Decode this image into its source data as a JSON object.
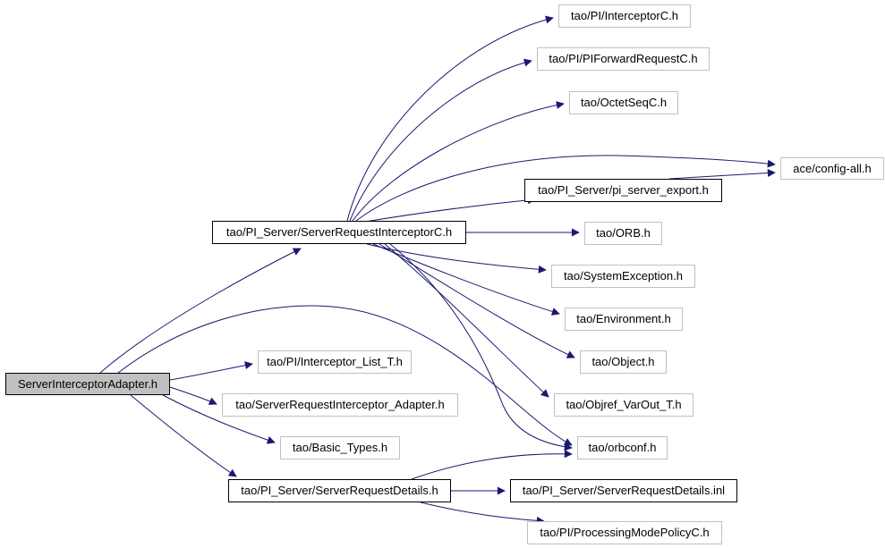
{
  "diagram": {
    "kind": "include-dependency-graph",
    "background": "#ffffff"
  },
  "colors": {
    "edge": "#191970",
    "plain_node_border": "#c0c0c0",
    "linked_node_border": "#000000",
    "primary_node_fill": "#c0c0c0",
    "text": "#000000"
  },
  "nodes": [
    {
      "id": "adapter",
      "label": "ServerInterceptorAdapter.h",
      "style": "primary"
    },
    {
      "id": "central",
      "label": "tao/PI_Server/ServerRequestInterceptorC.h",
      "style": "linked"
    },
    {
      "id": "interceptorc",
      "label": "tao/PI/InterceptorC.h",
      "style": "plain"
    },
    {
      "id": "piforward",
      "label": "tao/PI/PIForwardRequestC.h",
      "style": "plain"
    },
    {
      "id": "octetseq",
      "label": "tao/OctetSeqC.h",
      "style": "plain"
    },
    {
      "id": "configall",
      "label": "ace/config-all.h",
      "style": "plain"
    },
    {
      "id": "piexport",
      "label": "tao/PI_Server/pi_server_export.h",
      "style": "linked"
    },
    {
      "id": "orb",
      "label": "tao/ORB.h",
      "style": "plain"
    },
    {
      "id": "sysexception",
      "label": "tao/SystemException.h",
      "style": "plain"
    },
    {
      "id": "environment",
      "label": "tao/Environment.h",
      "style": "plain"
    },
    {
      "id": "object",
      "label": "tao/Object.h",
      "style": "plain"
    },
    {
      "id": "objref",
      "label": "tao/Objref_VarOut_T.h",
      "style": "plain"
    },
    {
      "id": "orbconf",
      "label": "tao/orbconf.h",
      "style": "plain"
    },
    {
      "id": "interceptorlist",
      "label": "tao/PI/Interceptor_List_T.h",
      "style": "plain"
    },
    {
      "id": "sriadapter",
      "label": "tao/ServerRequestInterceptor_Adapter.h",
      "style": "plain"
    },
    {
      "id": "basictypes",
      "label": "tao/Basic_Types.h",
      "style": "plain"
    },
    {
      "id": "details",
      "label": "tao/PI_Server/ServerRequestDetails.h",
      "style": "linked"
    },
    {
      "id": "detailsinl",
      "label": "tao/PI_Server/ServerRequestDetails.inl",
      "style": "linked"
    },
    {
      "id": "pmpolicy",
      "label": "tao/PI/ProcessingModePolicyC.h",
      "style": "plain"
    }
  ],
  "edges": [
    {
      "from": "adapter",
      "to": "central"
    },
    {
      "from": "adapter",
      "to": "interceptorlist"
    },
    {
      "from": "adapter",
      "to": "sriadapter"
    },
    {
      "from": "adapter",
      "to": "basictypes"
    },
    {
      "from": "adapter",
      "to": "details"
    },
    {
      "from": "adapter",
      "to": "orbconf"
    },
    {
      "from": "central",
      "to": "interceptorc"
    },
    {
      "from": "central",
      "to": "piforward"
    },
    {
      "from": "central",
      "to": "octetseq"
    },
    {
      "from": "central",
      "to": "configall"
    },
    {
      "from": "central",
      "to": "piexport"
    },
    {
      "from": "central",
      "to": "orb"
    },
    {
      "from": "central",
      "to": "sysexception"
    },
    {
      "from": "central",
      "to": "environment"
    },
    {
      "from": "central",
      "to": "object"
    },
    {
      "from": "central",
      "to": "objref"
    },
    {
      "from": "central",
      "to": "orbconf"
    },
    {
      "from": "piexport",
      "to": "configall"
    },
    {
      "from": "details",
      "to": "detailsinl"
    },
    {
      "from": "details",
      "to": "pmpolicy"
    },
    {
      "from": "details",
      "to": "orbconf"
    }
  ]
}
